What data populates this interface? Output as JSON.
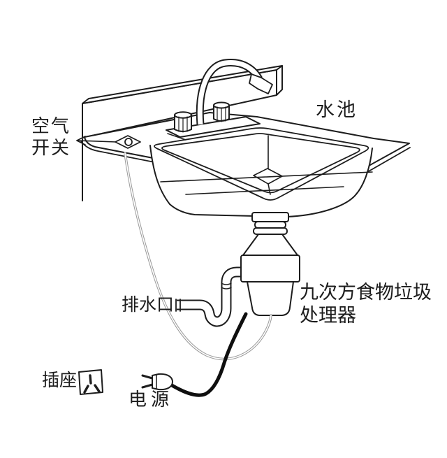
{
  "diagram": {
    "subject": "food waste disposer installation under kitchen sink",
    "colors": {
      "background": "#ffffff",
      "line": "#1d1d1d",
      "air_tube_gray": "#9a9a9a",
      "power_cord_black": "#0f0f0f",
      "text": "#1c1c1c"
    },
    "labels": {
      "air_switch": {
        "line1": "空气",
        "line2": "开关"
      },
      "sink": "水池",
      "drain_outlet": "排水口",
      "disposer": {
        "line1": "九次方食物垃圾",
        "line2": "处理器"
      },
      "socket": "插座",
      "power": "电源"
    },
    "icons": {
      "air_switch_button": "diamond-button-icon",
      "pointer_arrow": "left-arrow-icon",
      "wall_socket": "socket-icon",
      "power_plug": "power-plug-icon",
      "faucet": "faucet-icon",
      "disposer_unit": "disposer-icon"
    }
  }
}
